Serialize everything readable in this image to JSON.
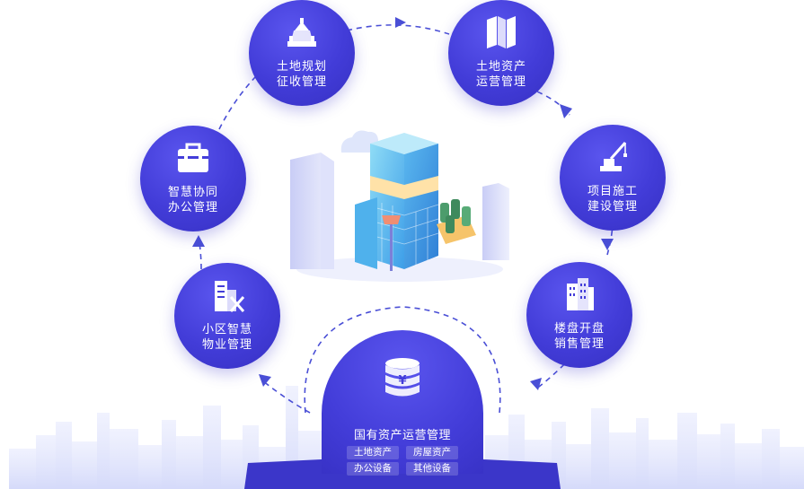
{
  "diagram": {
    "center": {
      "title": "国有资产运营管理",
      "tags": [
        "土地资产",
        "房屋资产",
        "办公设备",
        "其他设备"
      ]
    },
    "nodes": [
      {
        "id": "land-planning",
        "line1": "土地规划",
        "line2": "征收管理",
        "icon": "land-surveying-icon"
      },
      {
        "id": "land-asset",
        "line1": "土地资产",
        "line2": "运营管理",
        "icon": "map-icon"
      },
      {
        "id": "construction",
        "line1": "项目施工",
        "line2": "建设管理",
        "icon": "crane-icon"
      },
      {
        "id": "sales",
        "line1": "楼盘开盘",
        "line2": "销售管理",
        "icon": "building-icon"
      },
      {
        "id": "community",
        "line1": "小区智慧",
        "line2": "物业管理",
        "icon": "tools-building-icon"
      },
      {
        "id": "office",
        "line1": "智慧协同",
        "line2": "办公管理",
        "icon": "briefcase-icon"
      }
    ],
    "colors": {
      "primary": "#433dd9",
      "dash": "#4a4fd6",
      "skyline": "#dfe3fb"
    }
  }
}
